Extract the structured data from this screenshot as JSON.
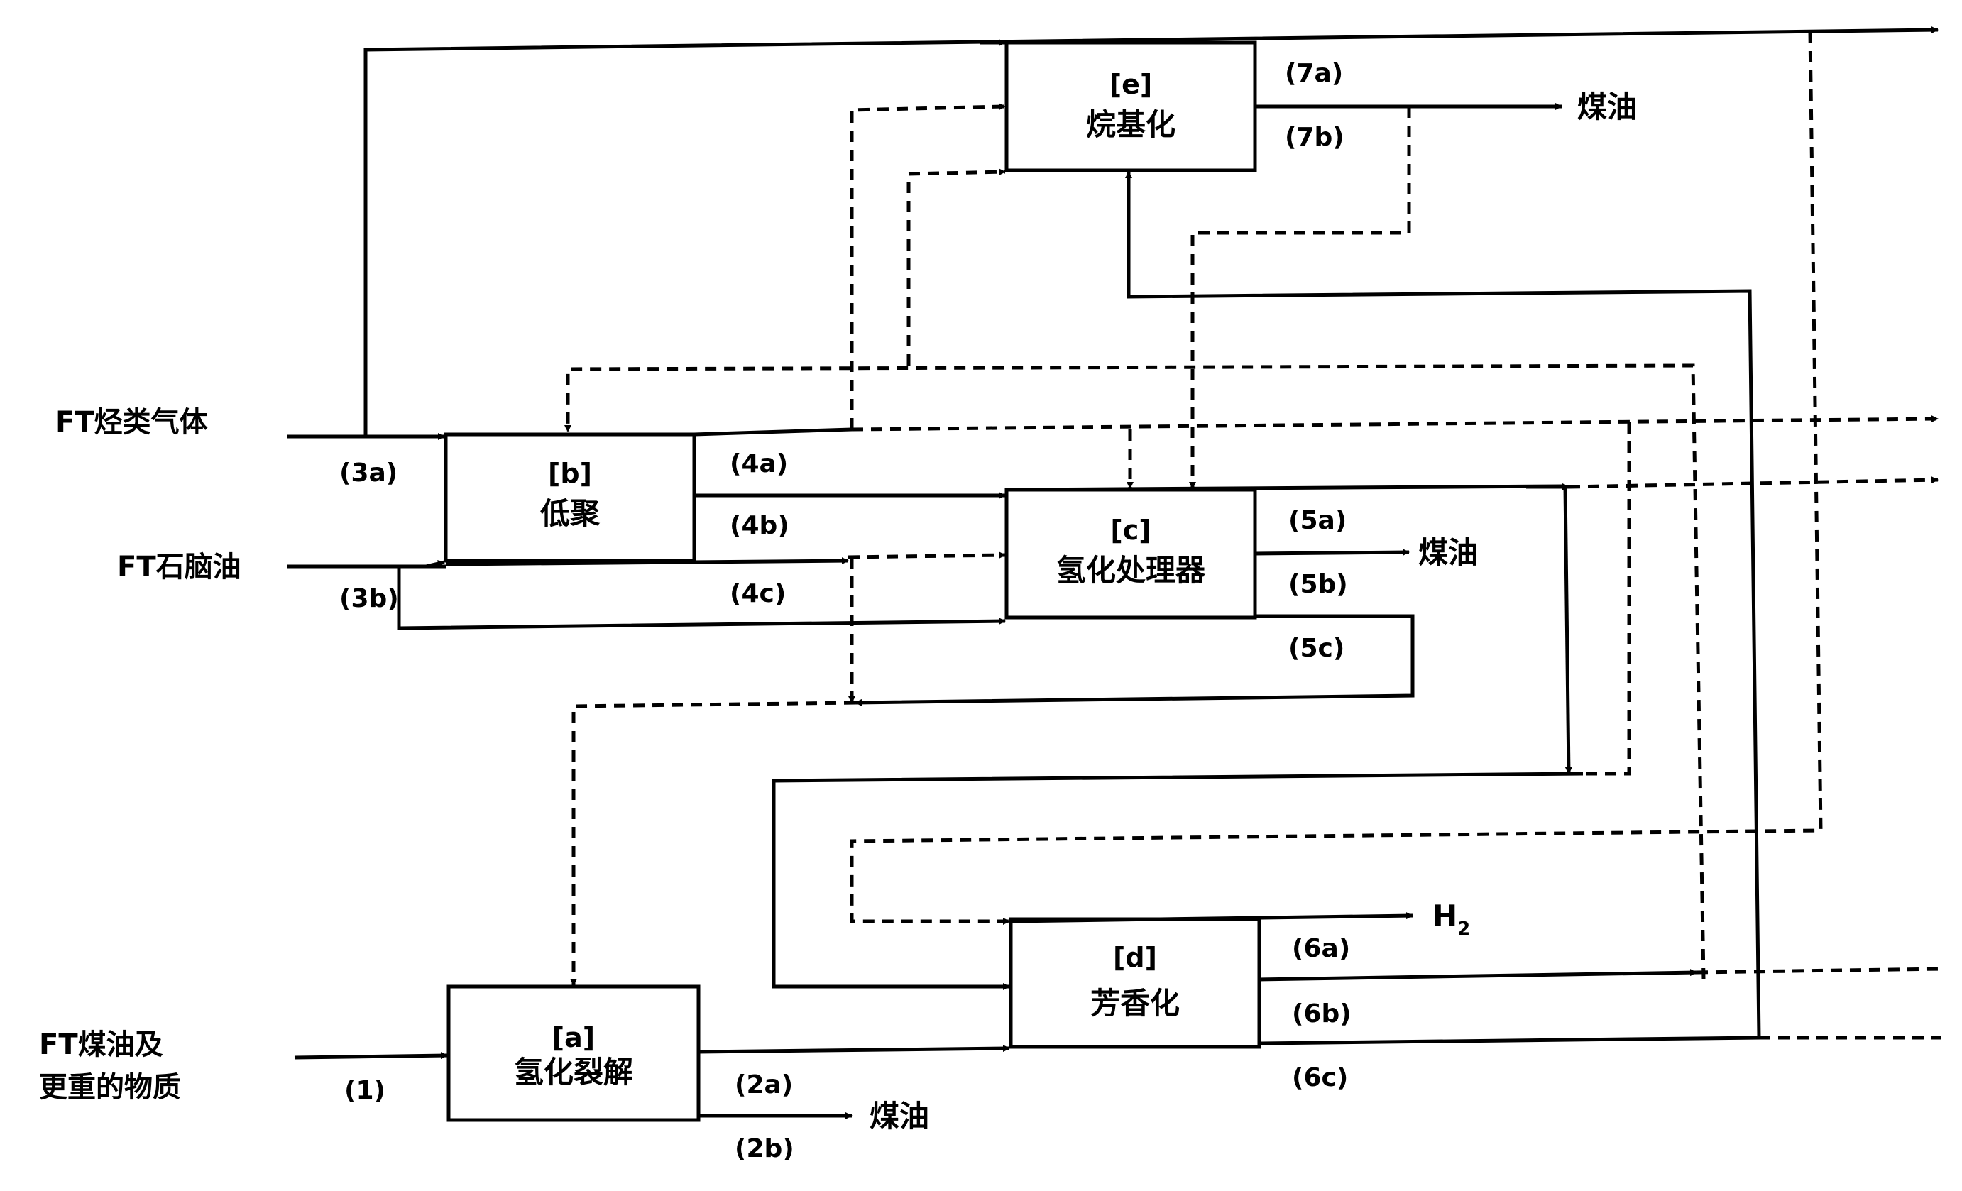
{
  "feeds": {
    "gas": "FT烃类气体",
    "naphtha": "FT石脑油",
    "kerosene_line1": "FT煤油及",
    "kerosene_line2": "更重的物质"
  },
  "units": {
    "a": {
      "id": "[a]",
      "name": "氢化裂解"
    },
    "b": {
      "id": "[b]",
      "name": "低聚"
    },
    "c": {
      "id": "[c]",
      "name": "氢化处理器"
    },
    "d": {
      "id": "[d]",
      "name": "芳香化"
    },
    "e": {
      "id": "[e]",
      "name": "烷基化"
    }
  },
  "streams": [
    "(1)",
    "(2a)",
    "(2b)",
    "(3a)",
    "(3b)",
    "(4a)",
    "(4b)",
    "(4c)",
    "(5a)",
    "(5b)",
    "(5c)",
    "(6a)",
    "(6b)",
    "(6c)",
    "(7a)",
    "(7b)"
  ],
  "products": {
    "kerosene": "煤油",
    "hydrogen": "H",
    "hydrogen_sub": "2"
  }
}
